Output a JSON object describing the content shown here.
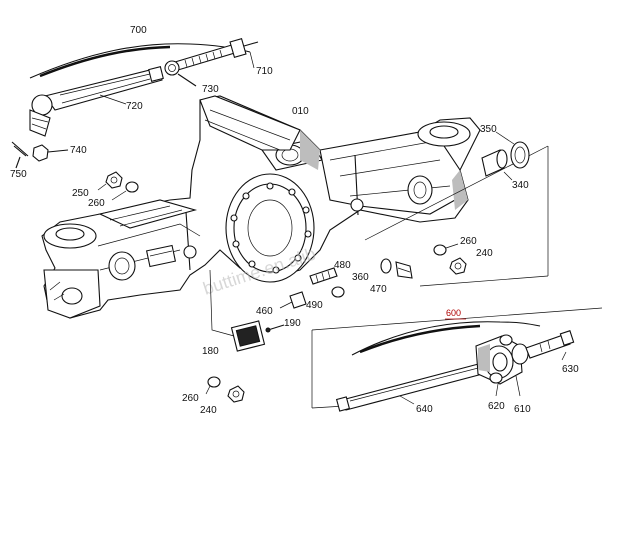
{
  "diagram": {
    "part_labels": {
      "p700": "700",
      "p710": "710",
      "p720": "720",
      "p730": "730",
      "p740": "740",
      "p750": "750",
      "p010": "010",
      "p350": "350",
      "p340": "340",
      "p250": "250",
      "p260a": "260",
      "p260b": "260",
      "p260c": "260",
      "p240a": "240",
      "p240b": "240",
      "p480": "480",
      "p360": "360",
      "p470": "470",
      "p460": "460",
      "p490": "490",
      "p190": "190",
      "p180": "180",
      "p600": "600",
      "p630": "630",
      "p620": "620",
      "p610": "610",
      "p640": "640"
    },
    "watermark": "buttime.en.alib"
  },
  "colors": {
    "line": "#111111",
    "highlight_label": "#b00000",
    "shading": "#bdbdbd"
  }
}
